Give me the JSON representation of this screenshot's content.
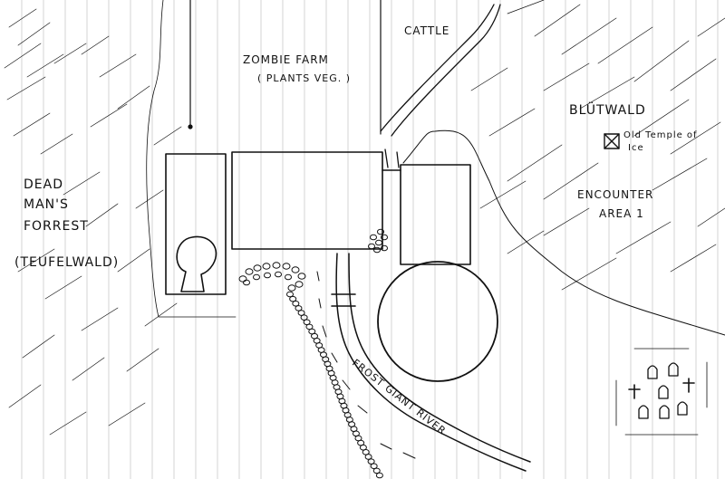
{
  "map": {
    "labels": {
      "zombie_farm": "ZOMBIE FARM",
      "zombie_farm_note": "( PLANTS VEG. )",
      "cattle": "CATTLE",
      "blutwald": "BLÜTWALD",
      "temple_line1": "Old Temple of",
      "temple_line2": "Ice",
      "dead_line1": "DEAD",
      "dead_line2": "MAN'S",
      "dead_line3": "FORREST",
      "teufelwald": "(TEUFELWALD)",
      "encounter_line1": "ENCOUNTER",
      "encounter_line2": "AREA 1",
      "river": "FROST GIANT RIVER"
    },
    "icons": [
      "temple-icon",
      "tombstone-icon",
      "cross-grave-icon",
      "rock-pile-icon",
      "pond-icon",
      "tree-icon",
      "bridge-icon"
    ],
    "colors": {
      "ink": "#111111",
      "paper": "#ffffff",
      "ruled_lines": "#c9c9c9"
    }
  }
}
